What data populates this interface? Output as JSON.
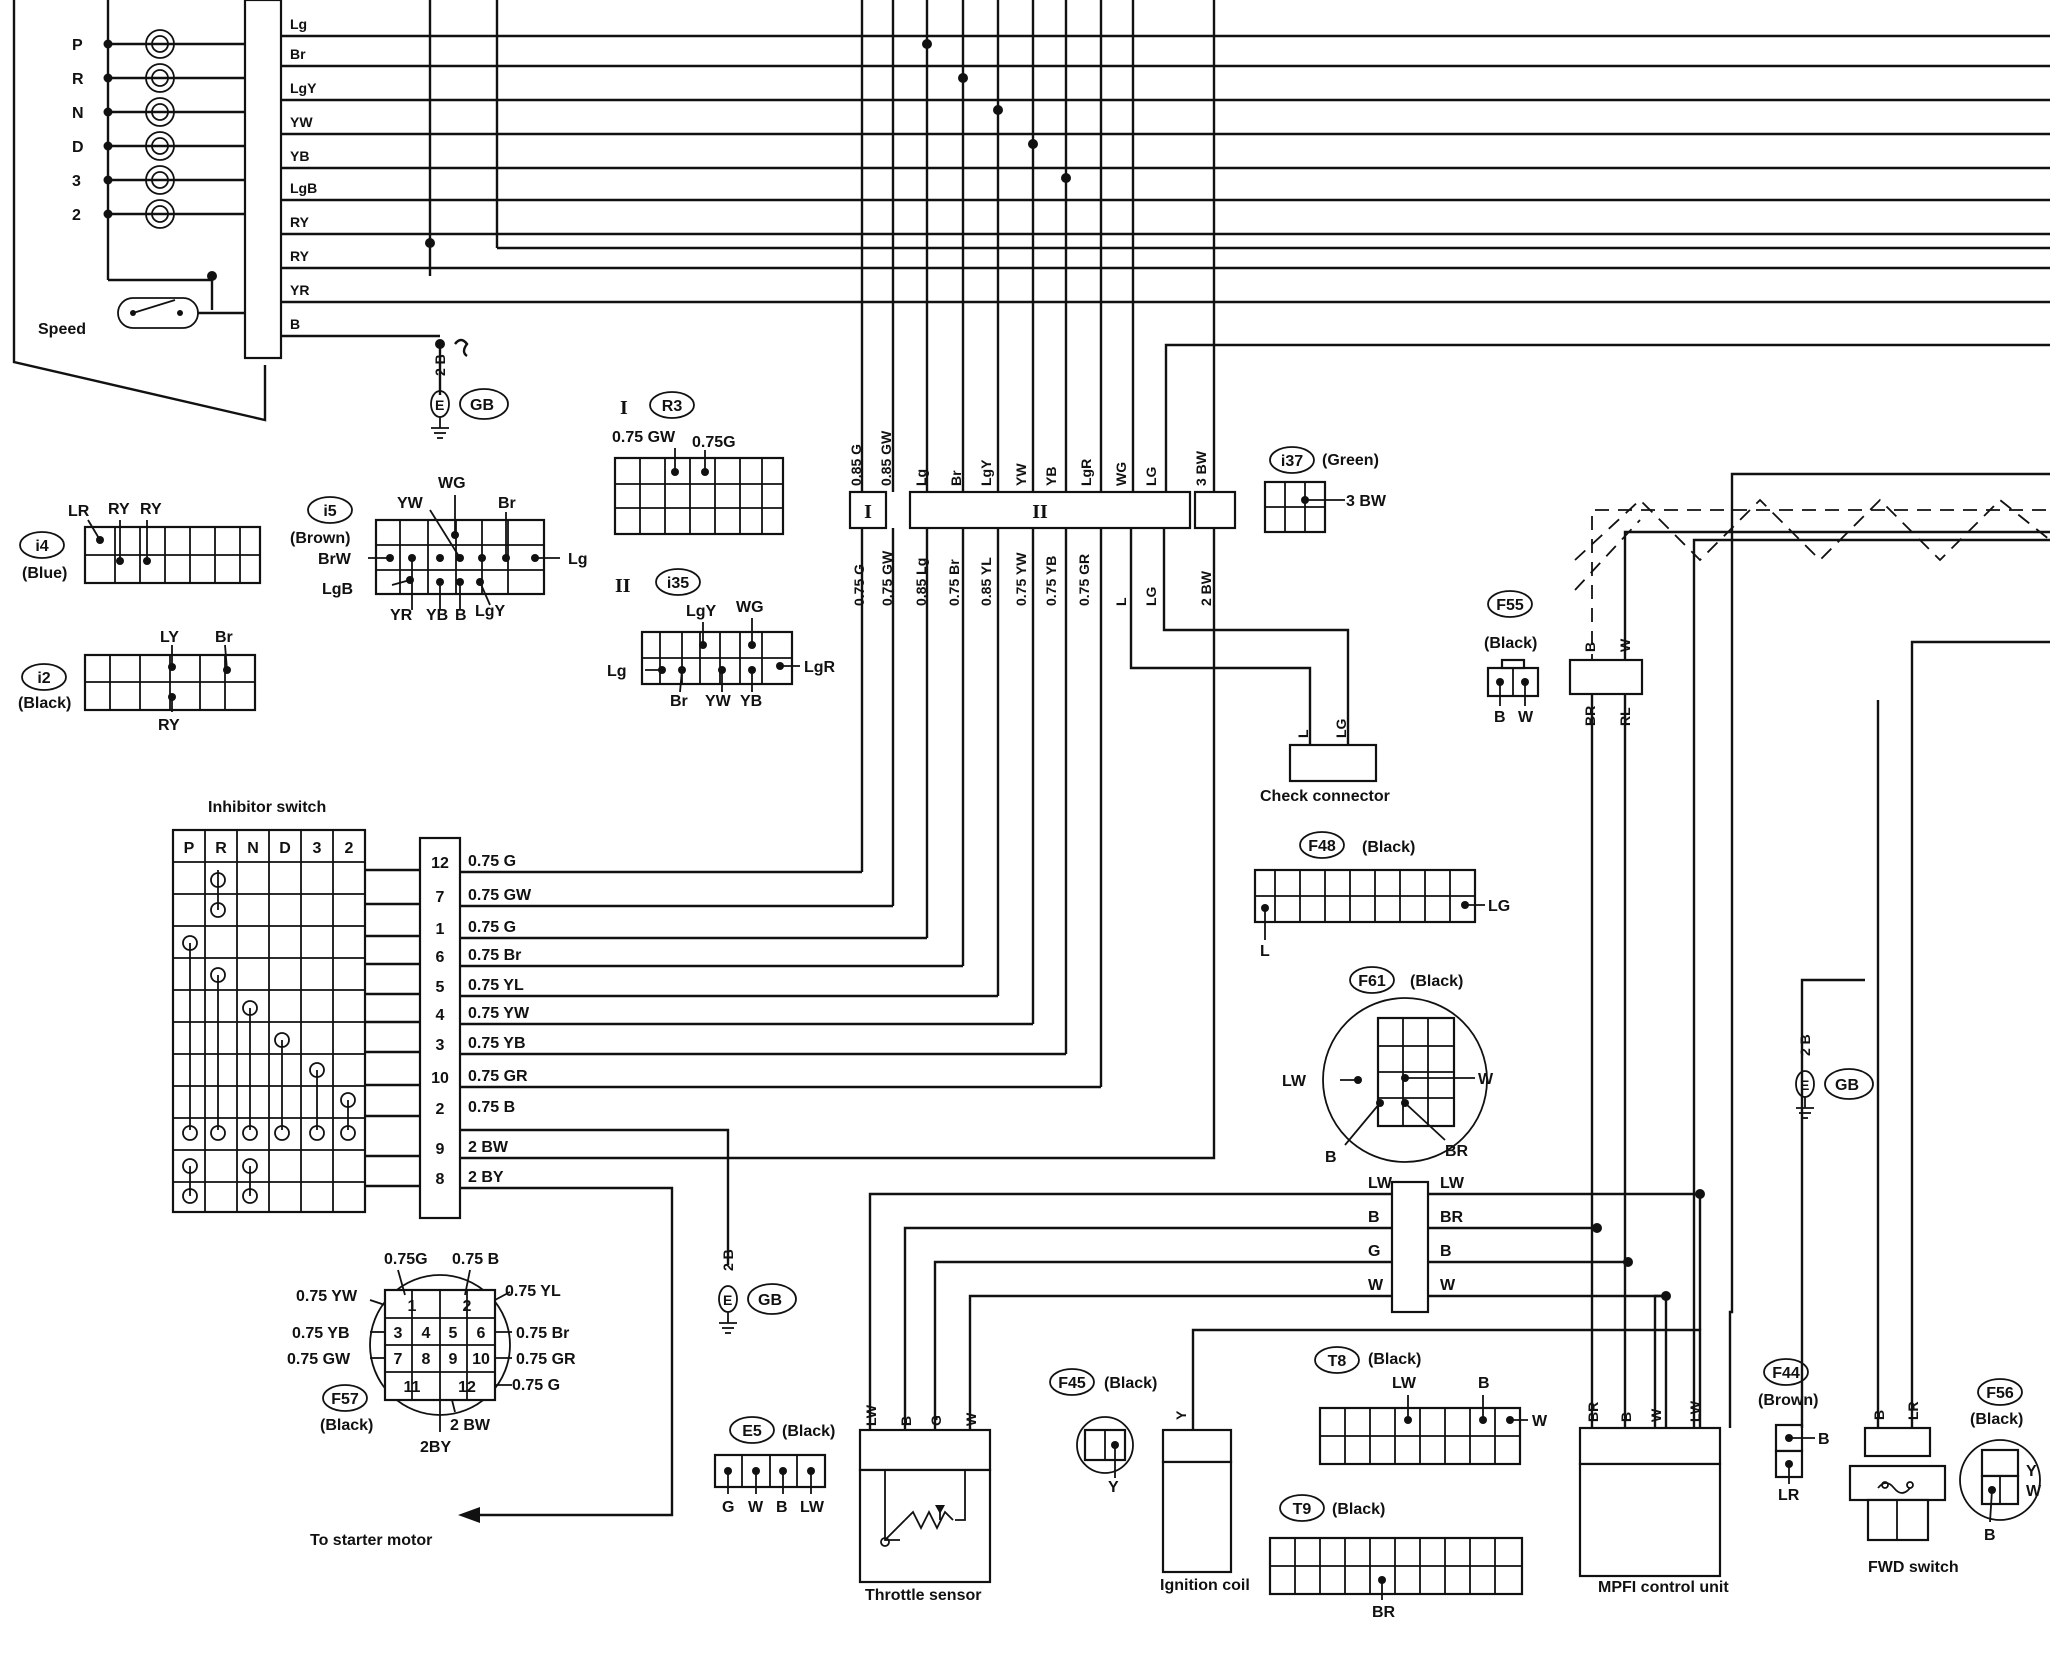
{
  "gear_positions": [
    "P",
    "R",
    "N",
    "D",
    "3",
    "2"
  ],
  "top_bus_wires": [
    "Lg",
    "Br",
    "LgY",
    "YW",
    "YB",
    "LgB",
    "RY",
    "RY",
    "YR",
    "B"
  ],
  "speed_label": "Speed",
  "ground_symbol": {
    "label": "GB",
    "wire": "2 B",
    "node": "E"
  },
  "connectors": {
    "i4": {
      "id": "i4",
      "color": "(Blue)",
      "pins": [
        "LR",
        "RY",
        "RY"
      ]
    },
    "i2": {
      "id": "i2",
      "color": "(Black)",
      "pins": [
        "LY",
        "Br",
        "RY"
      ]
    },
    "i5": {
      "id": "i5",
      "color": "(Brown)",
      "pins": [
        "YW",
        "WG",
        "Br",
        "BrW",
        "Lg",
        "LgB",
        "YR",
        "YB",
        "B",
        "LgY"
      ]
    },
    "R3": {
      "prefix": "I",
      "id": "R3",
      "pins": [
        "0.75 GW",
        "0.75G"
      ]
    },
    "i35": {
      "prefix": "II",
      "id": "i35",
      "pins": [
        "LgY",
        "WG",
        "Lg",
        "LgR",
        "Br",
        "YW",
        "YB"
      ]
    },
    "i37": {
      "id": "i37",
      "color": "(Green)",
      "pins": [
        "3 BW"
      ]
    },
    "F55": {
      "id": "F55",
      "color": "(Black)",
      "pins": [
        "B",
        "W"
      ]
    },
    "F48": {
      "id": "F48",
      "color": "(Black)",
      "pins": [
        "LG",
        "L"
      ]
    },
    "F61": {
      "id": "F61",
      "color": "(Black)",
      "pins": [
        "LW",
        "W",
        "B",
        "BR"
      ]
    },
    "F57": {
      "id": "F57",
      "color": "(Black)",
      "pins": [
        "0.75G",
        "0.75 B",
        "0.75 YW",
        "0.75 YL",
        "0.75 YB",
        "0.75 Br",
        "0.75 GW",
        "0.75 GR",
        "0.75 G",
        "2 BW",
        "2BY"
      ],
      "numbers": [
        "1",
        "2",
        "3",
        "4",
        "5",
        "6",
        "7",
        "8",
        "9",
        "10",
        "11",
        "12"
      ]
    },
    "E5": {
      "id": "E5",
      "color": "(Black)",
      "pins": [
        "G",
        "W",
        "B",
        "LW"
      ]
    },
    "F45": {
      "id": "F45",
      "color": "(Black)",
      "pins": [
        "Y"
      ]
    },
    "T8": {
      "id": "T8",
      "color": "(Black)",
      "pins": [
        "LW",
        "B",
        "W"
      ]
    },
    "T9": {
      "id": "T9",
      "color": "(Black)",
      "pins": [
        "BR"
      ]
    },
    "F44": {
      "id": "F44",
      "color": "(Brown)",
      "pins": [
        "B",
        "LR"
      ]
    },
    "F56": {
      "id": "F56",
      "color": "(Black)",
      "pins": [
        "Y",
        "W",
        "B"
      ]
    }
  },
  "harness_joint": {
    "sections": [
      "I",
      "II"
    ],
    "top_wires": [
      "0.85 G",
      "0.85 GW",
      "Lg",
      "Br",
      "LgY",
      "YW",
      "YB",
      "LgR",
      "WG",
      "LG",
      "3 BW"
    ],
    "bottom_wires": [
      "0.75 G",
      "0.75 GW",
      "0.85 Lg",
      "0.75 Br",
      "0.85 YL",
      "0.75 YW",
      "0.75 YB",
      "0.75 GR",
      "L",
      "LG",
      "2 BW"
    ]
  },
  "check_connector": {
    "label": "Check connector",
    "pins": [
      "L",
      "LG"
    ]
  },
  "inhibitor_switch": {
    "title": "Inhibitor switch",
    "columns": [
      "P",
      "R",
      "N",
      "D",
      "3",
      "2"
    ],
    "terminals": [
      {
        "pin": "12",
        "wire": "0.75 G"
      },
      {
        "pin": "7",
        "wire": "0.75 GW"
      },
      {
        "pin": "1",
        "wire": "0.75 G"
      },
      {
        "pin": "6",
        "wire": "0.75 Br"
      },
      {
        "pin": "5",
        "wire": "0.75 YL"
      },
      {
        "pin": "4",
        "wire": "0.75 YW"
      },
      {
        "pin": "3",
        "wire": "0.75 YB"
      },
      {
        "pin": "10",
        "wire": "0.75 GR"
      },
      {
        "pin": "2",
        "wire": "0.75 B"
      },
      {
        "pin": "9",
        "wire": "2 BW"
      },
      {
        "pin": "8",
        "wire": "2 BY"
      }
    ]
  },
  "starter_note": "To starter motor",
  "joint_right": {
    "left": [
      "LW",
      "B",
      "G",
      "W"
    ],
    "right": [
      "LW",
      "BR",
      "B",
      "W"
    ]
  },
  "throttle_sensor": {
    "label": "Throttle sensor",
    "pins": [
      "LW",
      "B",
      "G",
      "W"
    ]
  },
  "ignition_coil": {
    "label": "Ignition coil",
    "pin": "Y"
  },
  "mpfi": {
    "label": "MPFI control unit",
    "pins": [
      "BR",
      "B",
      "W",
      "LW"
    ]
  },
  "fwd_switch": {
    "label": "FWD switch",
    "pins": [
      "B",
      "LR"
    ]
  },
  "right_harness": {
    "wires": [
      "B",
      "W",
      "BR",
      "RL"
    ]
  }
}
